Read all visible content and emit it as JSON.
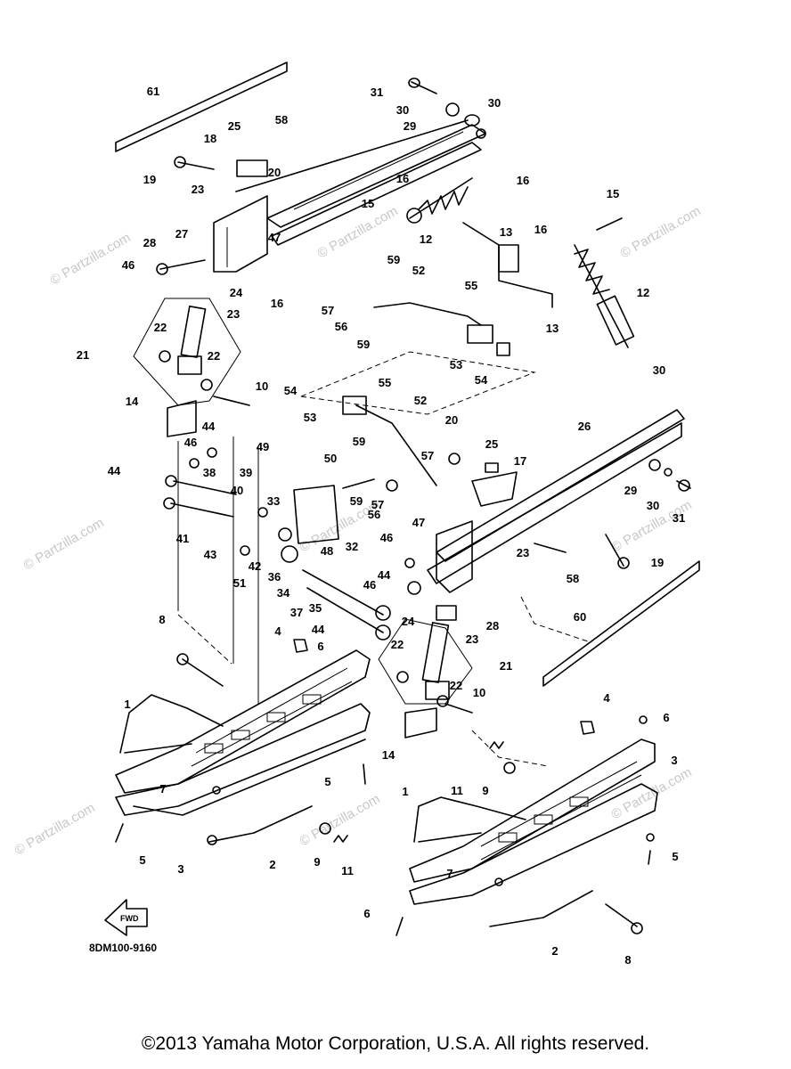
{
  "diagram": {
    "code": "8DM100-9160",
    "fwd_label": "FWD",
    "watermark": "© Partzilla.com",
    "copyright": "©2013 Yamaha Motor Corporation, U.S.A. All rights reserved.",
    "callouts": [
      "1",
      "2",
      "3",
      "4",
      "5",
      "6",
      "7",
      "8",
      "9",
      "10",
      "11",
      "12",
      "13",
      "14",
      "15",
      "16",
      "17",
      "18",
      "19",
      "20",
      "21",
      "22",
      "23",
      "24",
      "25",
      "26",
      "27",
      "28",
      "29",
      "30",
      "31",
      "32",
      "33",
      "34",
      "35",
      "36",
      "37",
      "38",
      "39",
      "40",
      "41",
      "42",
      "43",
      "44",
      "46",
      "47",
      "48",
      "49",
      "50",
      "51",
      "52",
      "53",
      "54",
      "55",
      "56",
      "57",
      "58",
      "59",
      "60",
      "61"
    ]
  }
}
